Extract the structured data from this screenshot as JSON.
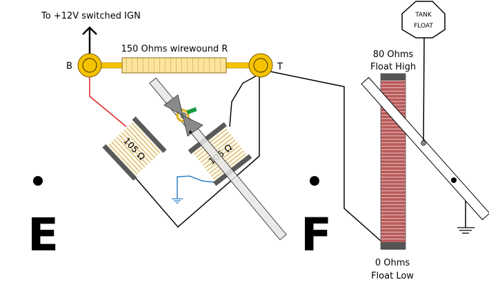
{
  "labels": {
    "supply": "To +12V switched IGN",
    "resistor": "150 Ohms wirewound R",
    "terminal_b": "B",
    "terminal_t": "T",
    "coil_left": "105 Ω",
    "coil_right": "105 Ω",
    "empty": "E",
    "full": "F",
    "sender_high_ohms": "80 Ohms",
    "sender_high_pos": "Float High",
    "sender_low_ohms": "0 Ohms",
    "sender_low_pos": "Float Low",
    "tank_line1": "TANK",
    "tank_line2": "FLOAT"
  },
  "colors": {
    "terminal": "#f5c200",
    "resistor_fill": "#fde49c",
    "coil_fill": "#fffbea",
    "coil_stripe": "#c8a050",
    "coil_flange": "#5a5a5a",
    "wire": "#000000",
    "wire_red": "#e02020",
    "wire_blue": "#2f7fc8",
    "sender_winding": "#b85a5a",
    "pointer_tab": "#1a9a40"
  }
}
